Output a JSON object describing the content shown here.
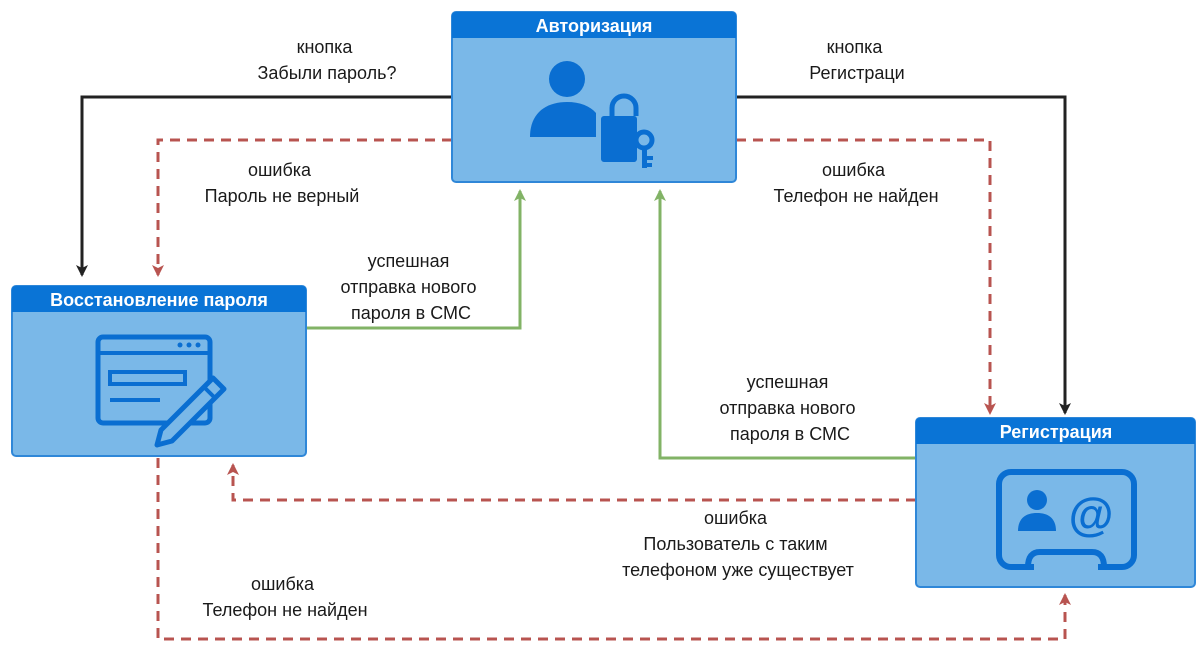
{
  "nodes": {
    "auth": {
      "title": "Авторизация",
      "icon": "user-lock-icon"
    },
    "recovery": {
      "title": "Восстановление пароля",
      "icon": "form-edit-icon"
    },
    "registration": {
      "title": "Регистрация",
      "icon": "contact-card-at-icon"
    }
  },
  "edges": {
    "forgot_button": {
      "line1": "кнопка",
      "line2": "Забыли пароль?"
    },
    "register_button": {
      "line1": "кнопка",
      "line2": "Регистраци"
    },
    "wrong_password": {
      "line1": "ошибка",
      "line2": "Пароль не верный"
    },
    "auth_phone_not_found": {
      "line1": "ошибка",
      "line2": "Телефон не найден"
    },
    "recovery_sms": {
      "line1": "успешная",
      "line2": "отправка нового",
      "line3": "пароля в СМС"
    },
    "registration_sms": {
      "line1": "успешная",
      "line2": "отправка нового",
      "line3": "пароля в СМС"
    },
    "user_exists": {
      "line1": "ошибка",
      "line2": "Пользователь с таким",
      "line3": "телефоном уже существует"
    },
    "recovery_phone_not_found": {
      "line1": "ошибка",
      "line2": "Телефон не найден"
    }
  },
  "colors": {
    "node_fill": "#7ab8e8",
    "node_header": "#0a74d6",
    "node_border": "#2f87d8",
    "icon": "#0a6ed1",
    "line_black": "#222222",
    "line_green": "#82b366",
    "line_red": "#b85450"
  }
}
